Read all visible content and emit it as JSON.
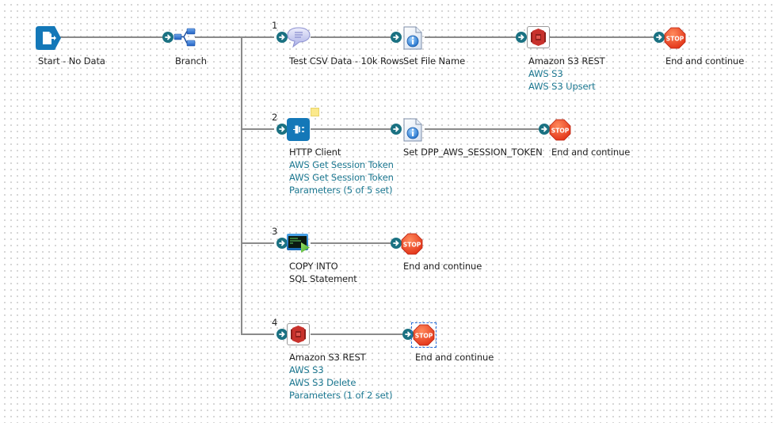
{
  "canvas": {
    "connector_color": "#1a7182",
    "line_color": "#8a8a8a",
    "sub_text_color": "#1b7790"
  },
  "start": {
    "label": "Start - No Data",
    "icon": "start-document-icon"
  },
  "branch": {
    "label": "Branch",
    "icon": "branch-icon"
  },
  "paths": [
    {
      "number": "1",
      "steps": [
        {
          "label": "Test CSV Data - 10k Rows",
          "icon": "message-bubble-icon",
          "details": []
        },
        {
          "label": "Set File Name",
          "icon": "set-properties-icon",
          "details": []
        },
        {
          "label": "Amazon S3 REST",
          "icon": "amazon-s3-icon",
          "details": [
            "AWS S3",
            "AWS S3 Upsert"
          ]
        },
        {
          "label": "End and continue",
          "icon": "stop-icon",
          "stop_text": "STOP",
          "details": []
        }
      ]
    },
    {
      "number": "2",
      "steps": [
        {
          "label": "HTTP Client",
          "icon": "http-client-icon",
          "details": [
            "AWS Get Session Token",
            "AWS Get Session Token",
            "Parameters (5 of 5 set)"
          ]
        },
        {
          "label": "Set DPP_AWS_SESSION_TOKEN",
          "icon": "set-properties-icon",
          "details": []
        },
        {
          "label": "End and continue",
          "icon": "stop-icon",
          "stop_text": "STOP",
          "details": []
        }
      ]
    },
    {
      "number": "3",
      "steps": [
        {
          "label": "COPY INTO",
          "icon": "program-command-icon",
          "details": [],
          "secondary": "SQL Statement"
        },
        {
          "label": "End and continue",
          "icon": "stop-icon",
          "stop_text": "STOP",
          "details": []
        }
      ]
    },
    {
      "number": "4",
      "steps": [
        {
          "label": "Amazon S3 REST",
          "icon": "amazon-s3-icon",
          "details": [
            "AWS S3",
            "AWS S3 Delete",
            "Parameters (1 of 2 set)"
          ]
        },
        {
          "label": "End and continue",
          "icon": "stop-icon",
          "stop_text": "STOP",
          "details": [],
          "selected": true
        }
      ]
    }
  ]
}
